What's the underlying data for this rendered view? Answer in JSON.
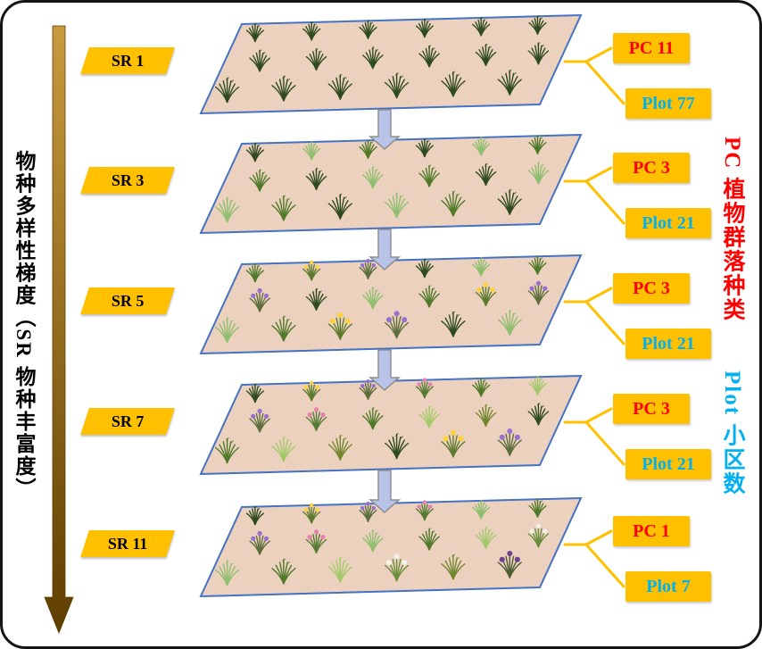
{
  "left_axis": {
    "label": "物种多样性梯度（SR 物种丰富度）"
  },
  "legend": {
    "pc_label": "PC 植物群落种类",
    "plot_label": "Plot 小区数",
    "pc_color": "#FF0000",
    "plot_color": "#00B0F0"
  },
  "colors": {
    "badge": "#FFC000",
    "box": "#FFC000",
    "connector": "#FFC000",
    "plane_fill": "#ECD1BF",
    "plane_stroke": "#4472C4",
    "down_arrow_fill": "#B7C3E8",
    "down_arrow_stroke": "#8F8F8F",
    "gradient_arrow_light": "#C99A3E",
    "gradient_arrow_dark": "#5E3E00",
    "pc_text": "#FF0000",
    "plot_text": "#00B0F0"
  },
  "tiers": [
    {
      "sr": "SR 1",
      "pc": "PC 11",
      "plot": "Plot 77",
      "species": [
        "grass-dark"
      ]
    },
    {
      "sr": "SR 3",
      "pc": "PC 3",
      "plot": "Plot 21",
      "species": [
        "grass-dark",
        "bush-light",
        "grass-green"
      ]
    },
    {
      "sr": "SR 5",
      "pc": "PC 3",
      "plot": "Plot 21",
      "species": [
        "grass-green",
        "flower-yellow",
        "flower-purple",
        "grass-dark",
        "bush-light"
      ]
    },
    {
      "sr": "SR 7",
      "pc": "PC 3",
      "plot": "Plot 21",
      "species": [
        "grass-dark",
        "flower-yellow",
        "flower-purple",
        "flower-pink",
        "grass-green",
        "fern-light",
        "grass-olive"
      ]
    },
    {
      "sr": "SR 11",
      "pc": "PC 1",
      "plot": "Plot 7",
      "species": [
        "grass-dark",
        "flower-yellow",
        "flower-purple",
        "flower-pink",
        "bush-light",
        "grass-green",
        "fern-light",
        "flower-white",
        "grass-olive",
        "flower-violet",
        "grass-teal"
      ]
    }
  ],
  "species_styles": {
    "grass-dark": {
      "stem": "#2E4B1F"
    },
    "grass-green": {
      "stem": "#4F7A28"
    },
    "grass-olive": {
      "stem": "#72862E"
    },
    "grass-teal": {
      "stem": "#4E8A67"
    },
    "bush-light": {
      "stem": "#8FBE6E"
    },
    "fern-light": {
      "stem": "#A4C96A"
    },
    "flower-yellow": {
      "stem": "#5D7A2E",
      "tip": "#FFD23A"
    },
    "flower-purple": {
      "stem": "#5D6E3A",
      "tip": "#9B6FD0"
    },
    "flower-violet": {
      "stem": "#4C5E30",
      "tip": "#6D3F93"
    },
    "flower-pink": {
      "stem": "#567A33",
      "tip": "#E77FB0"
    },
    "flower-white": {
      "stem": "#6B8E3A",
      "tip": "#F2F2EA"
    }
  }
}
